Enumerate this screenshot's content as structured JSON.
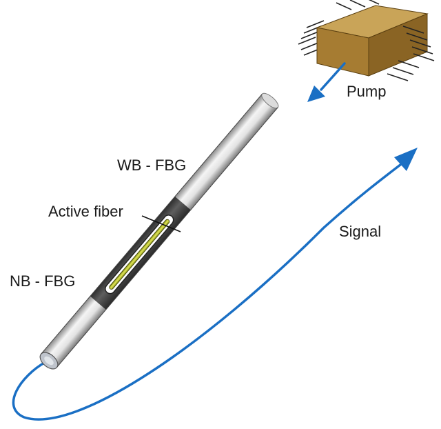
{
  "labels": {
    "pump": "Pump",
    "wb_fbg": "WB - FBG",
    "active_fiber": "Active fiber",
    "nb_fbg": "NB - FBG",
    "signal": "Signal"
  },
  "colors": {
    "arrow_blue": "#1a6fc4",
    "pump_box_top": "#c9a458",
    "pump_box_front": "#a67c32",
    "pump_box_side": "#7d5a20",
    "fiber_silver": "#d4d4d4",
    "grating_dark": "#4a4a4a",
    "active_core": "#c8c83a"
  }
}
